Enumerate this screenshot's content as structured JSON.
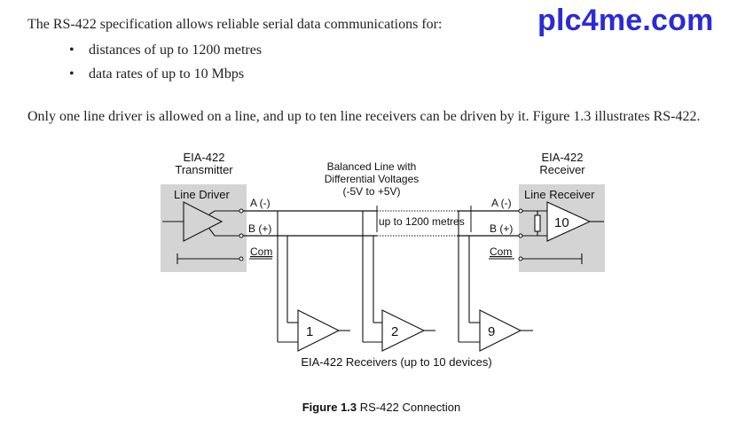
{
  "brand": "plc4me.com",
  "intro": "The RS-422 specification allows reliable serial data communications for:",
  "bullets": [
    "distances of up to 1200 metres",
    "data rates of up to 10 Mbps"
  ],
  "bullet_glyph": "•",
  "paragraph": "Only one line driver is allowed on a line, and up to ten line receivers can be driven by it. Figure 1.3 illustrates RS-422.",
  "diagram": {
    "transmitter_title_1": "EIA-422",
    "transmitter_title_2": "Transmitter",
    "receiver_title_1": "EIA-422",
    "receiver_title_2": "Receiver",
    "line_title_1": "Balanced Line with",
    "line_title_2": "Differential Voltages",
    "line_title_3": "(-5V to +5V)",
    "line_driver": "Line Driver",
    "line_receiver": "Line Receiver",
    "a_left": "A (-)",
    "b_left": "B (+)",
    "com_left": "Com",
    "a_right": "A (-)",
    "b_right": "B (+)",
    "com_right": "Com",
    "distance": "up to 1200 metres",
    "receiver_main": "10",
    "receiver_1": "1",
    "receiver_2": "2",
    "receiver_9": "9",
    "receivers_caption": "EIA-422 Receivers (up to 10 devices)"
  },
  "caption": {
    "label": "Figure 1.3",
    "text": "RS-422 Connection"
  },
  "colors": {
    "brand": "#2b2bd6",
    "box_fill": "#d4d4d4"
  }
}
